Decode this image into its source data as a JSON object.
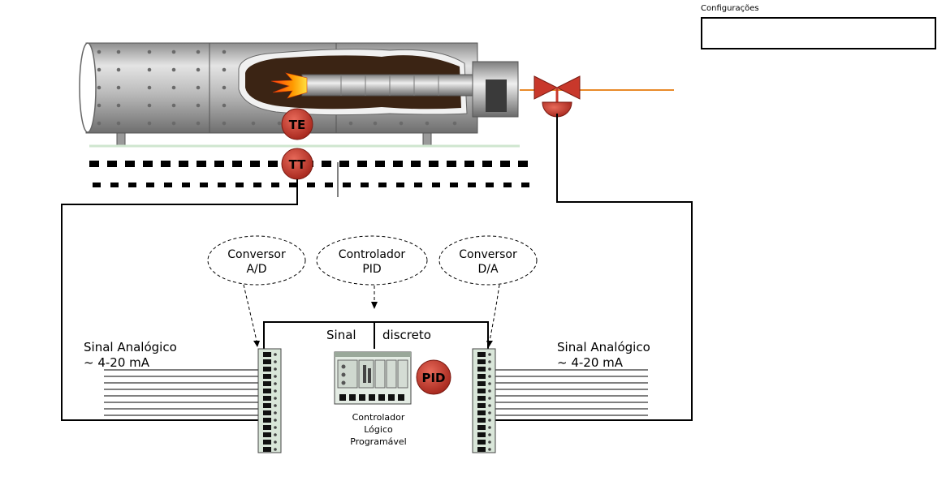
{
  "settings": {
    "label": "Configurações",
    "value": ""
  },
  "instruments": {
    "te": "TE",
    "tt": "TT",
    "pid_badge": "PID"
  },
  "converters": {
    "ad": {
      "line1": "Conversor",
      "line2": "A/D"
    },
    "pid": {
      "line1": "Controlador",
      "line2": "PID"
    },
    "da": {
      "line1": "Conversor",
      "line2": "D/A"
    }
  },
  "signals": {
    "discrete_left": "Sinal",
    "discrete_right": "discreto",
    "analog_left": {
      "line1": "Sinal Analógico",
      "line2": "~ 4-20 mA"
    },
    "analog_right": {
      "line1": "Sinal Analógico",
      "line2": "~ 4-20 mA"
    }
  },
  "plc": {
    "line1": "Controlador",
    "line2": "Lógico",
    "line3": "Programável"
  },
  "colors": {
    "instrument": "#c8382b",
    "fuel_line": "#e88a2a",
    "furnace_body": "#b7b7b7",
    "furnace_interior": "#3b2414"
  }
}
